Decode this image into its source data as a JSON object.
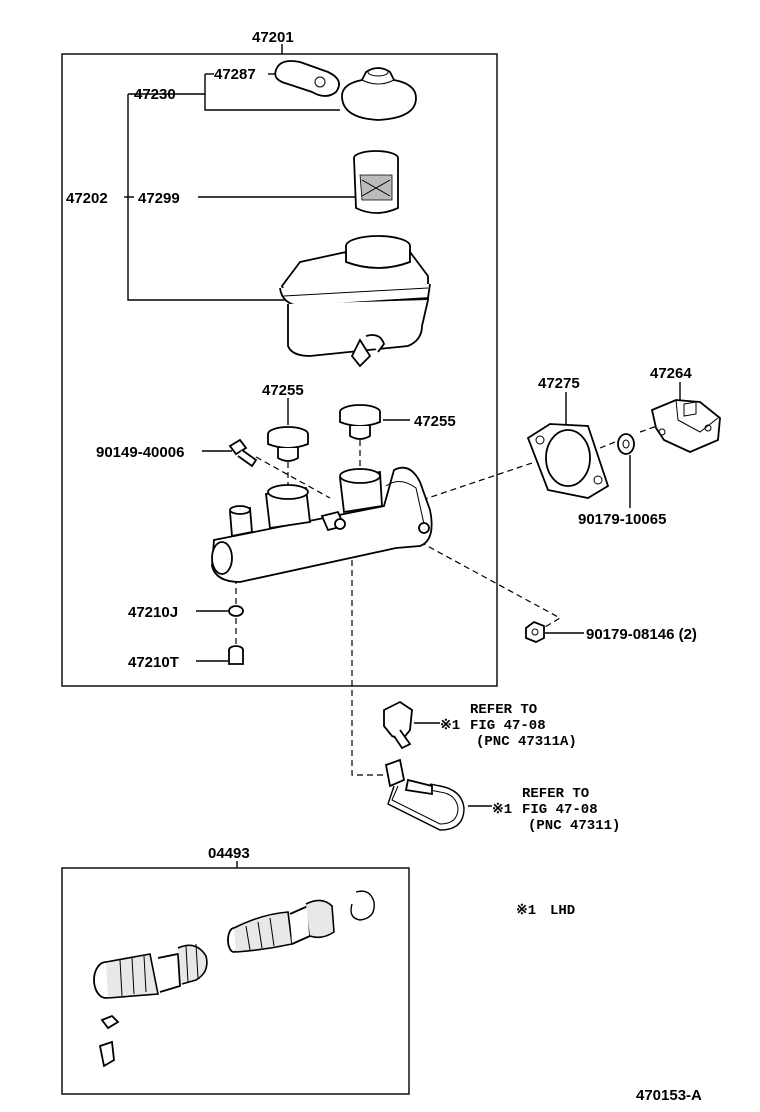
{
  "labels": {
    "p47201": "47201",
    "p47230": "47230",
    "p47287": "47287",
    "p47202": "47202",
    "p47299": "47299",
    "p47255a": "47255",
    "p47255b": "47255",
    "p90149": "90149-40006",
    "p47275": "47275",
    "p47264": "47264",
    "p90179a": "90179-10065",
    "p47210J": "47210J",
    "p47210T": "47210T",
    "p90179b": "90179-08146 (2)",
    "p04493": "04493",
    "figcode": "470153-A"
  },
  "refs": [
    {
      "mark": "※1",
      "line1": "REFER TO",
      "line2": "FIG 47-08",
      "line3": "(PNC 47311A)"
    },
    {
      "mark": "※1",
      "line1": "REFER TO",
      "line2": "FIG 47-08",
      "line3": "(PNC 47311)"
    }
  ],
  "legend": {
    "mark": "※1",
    "text": "LHD"
  }
}
